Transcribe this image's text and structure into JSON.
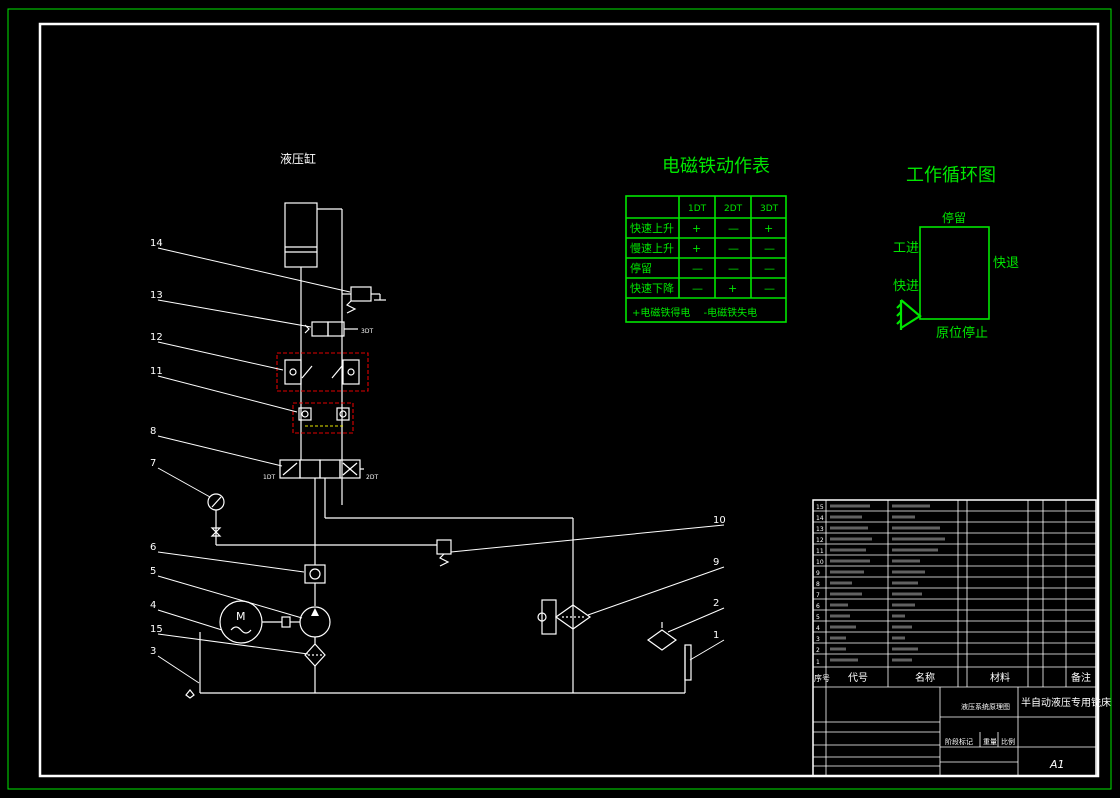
{
  "cylinder_label": "液压缸",
  "solenoid_table": {
    "title": "电磁铁动作表",
    "headers": [
      "",
      "1DT",
      "2DT",
      "3DT"
    ],
    "rows": [
      [
        "快速上升",
        "+",
        "—",
        "+"
      ],
      [
        "慢速上升",
        "+",
        "—",
        "—"
      ],
      [
        "停留",
        "—",
        "—",
        "—"
      ],
      [
        "快速下降",
        "—",
        "+",
        "—"
      ]
    ],
    "note": "+电磁铁得电　 -电磁铁失电"
  },
  "cycle_diagram": {
    "title": "工作循环图",
    "label_top": "停留",
    "label_left_upper": "工进",
    "label_left_lower": "快进",
    "label_right": "快退",
    "label_bottom": "原位停止"
  },
  "callouts": [
    "14",
    "13",
    "12",
    "11",
    "8",
    "7",
    "6",
    "5",
    "4",
    "15",
    "3",
    "10",
    "9",
    "2",
    "1"
  ],
  "component_tags": {
    "valve_13": "3DT",
    "valve_8_left": "1DT",
    "valve_8_right": "2DT",
    "motor": "M"
  },
  "title_block": {
    "parts_rows": [
      "15",
      "14",
      "13",
      "12",
      "11",
      "10",
      "9",
      "8",
      "7",
      "6",
      "5",
      "4",
      "3",
      "2",
      "1"
    ],
    "header_seq": "序号",
    "header_code": "代号",
    "header_name": "名称",
    "header_material": "材料",
    "header_note": "备注",
    "drawing_name": "液压系统原理图",
    "project_title": "半自动液压专用铣床",
    "sheet_size": "A1",
    "stage_mark": "阶段标记",
    "weight": "重量",
    "scale": "比例"
  }
}
